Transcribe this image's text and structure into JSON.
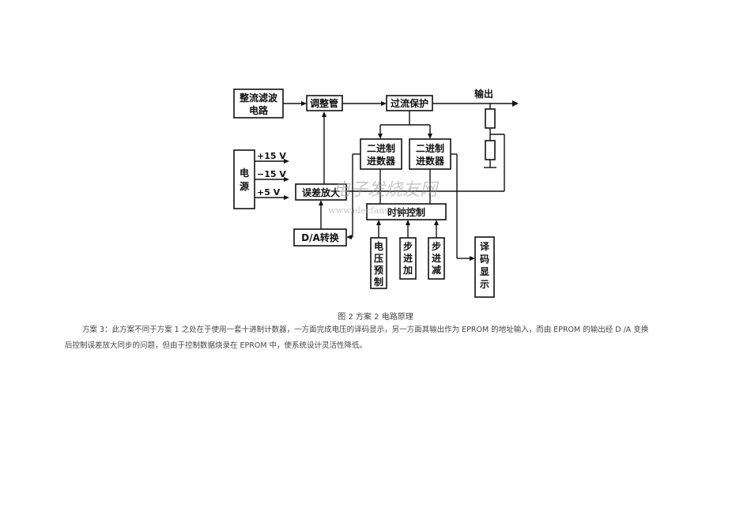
{
  "diagram": {
    "rectifier": [
      "整流滤波",
      "电路"
    ],
    "regulator": "调整管",
    "overcurrent": "过流保护",
    "output": "输出",
    "power": [
      "电",
      "源"
    ],
    "rails": [
      "+15 V",
      "−15 V",
      "+5 V"
    ],
    "error_amp": "误差放大",
    "da": "D/A转换",
    "counter1": [
      "二进制",
      "进数器"
    ],
    "counter2": [
      "二进制",
      "进数器"
    ],
    "clock": "时钟控制",
    "preset": [
      "电",
      "压",
      "预",
      "制"
    ],
    "step_up": [
      "步",
      "进",
      "加"
    ],
    "step_down": [
      "步",
      "进",
      "减"
    ],
    "decode": [
      "译",
      "码",
      "显",
      "示"
    ],
    "watermark_cn": "电子发烧友网",
    "watermark_url": "www.elecfans.com"
  },
  "caption": "图 2   方案 2 电路原理",
  "paragraph": {
    "line1": "方案 3：此方案不同于方案 1 之处在于使用一套十进制计数器，一方面完成电压的译码显示，另一方面其输出作为 EPROM 的地址输入，而由 EPROM 的输出经 D /A 变换",
    "line2": "后控制误差放大同步的问题，但由于控制数据烧录在 EPROM 中，使系统设计灵活性降低。"
  }
}
